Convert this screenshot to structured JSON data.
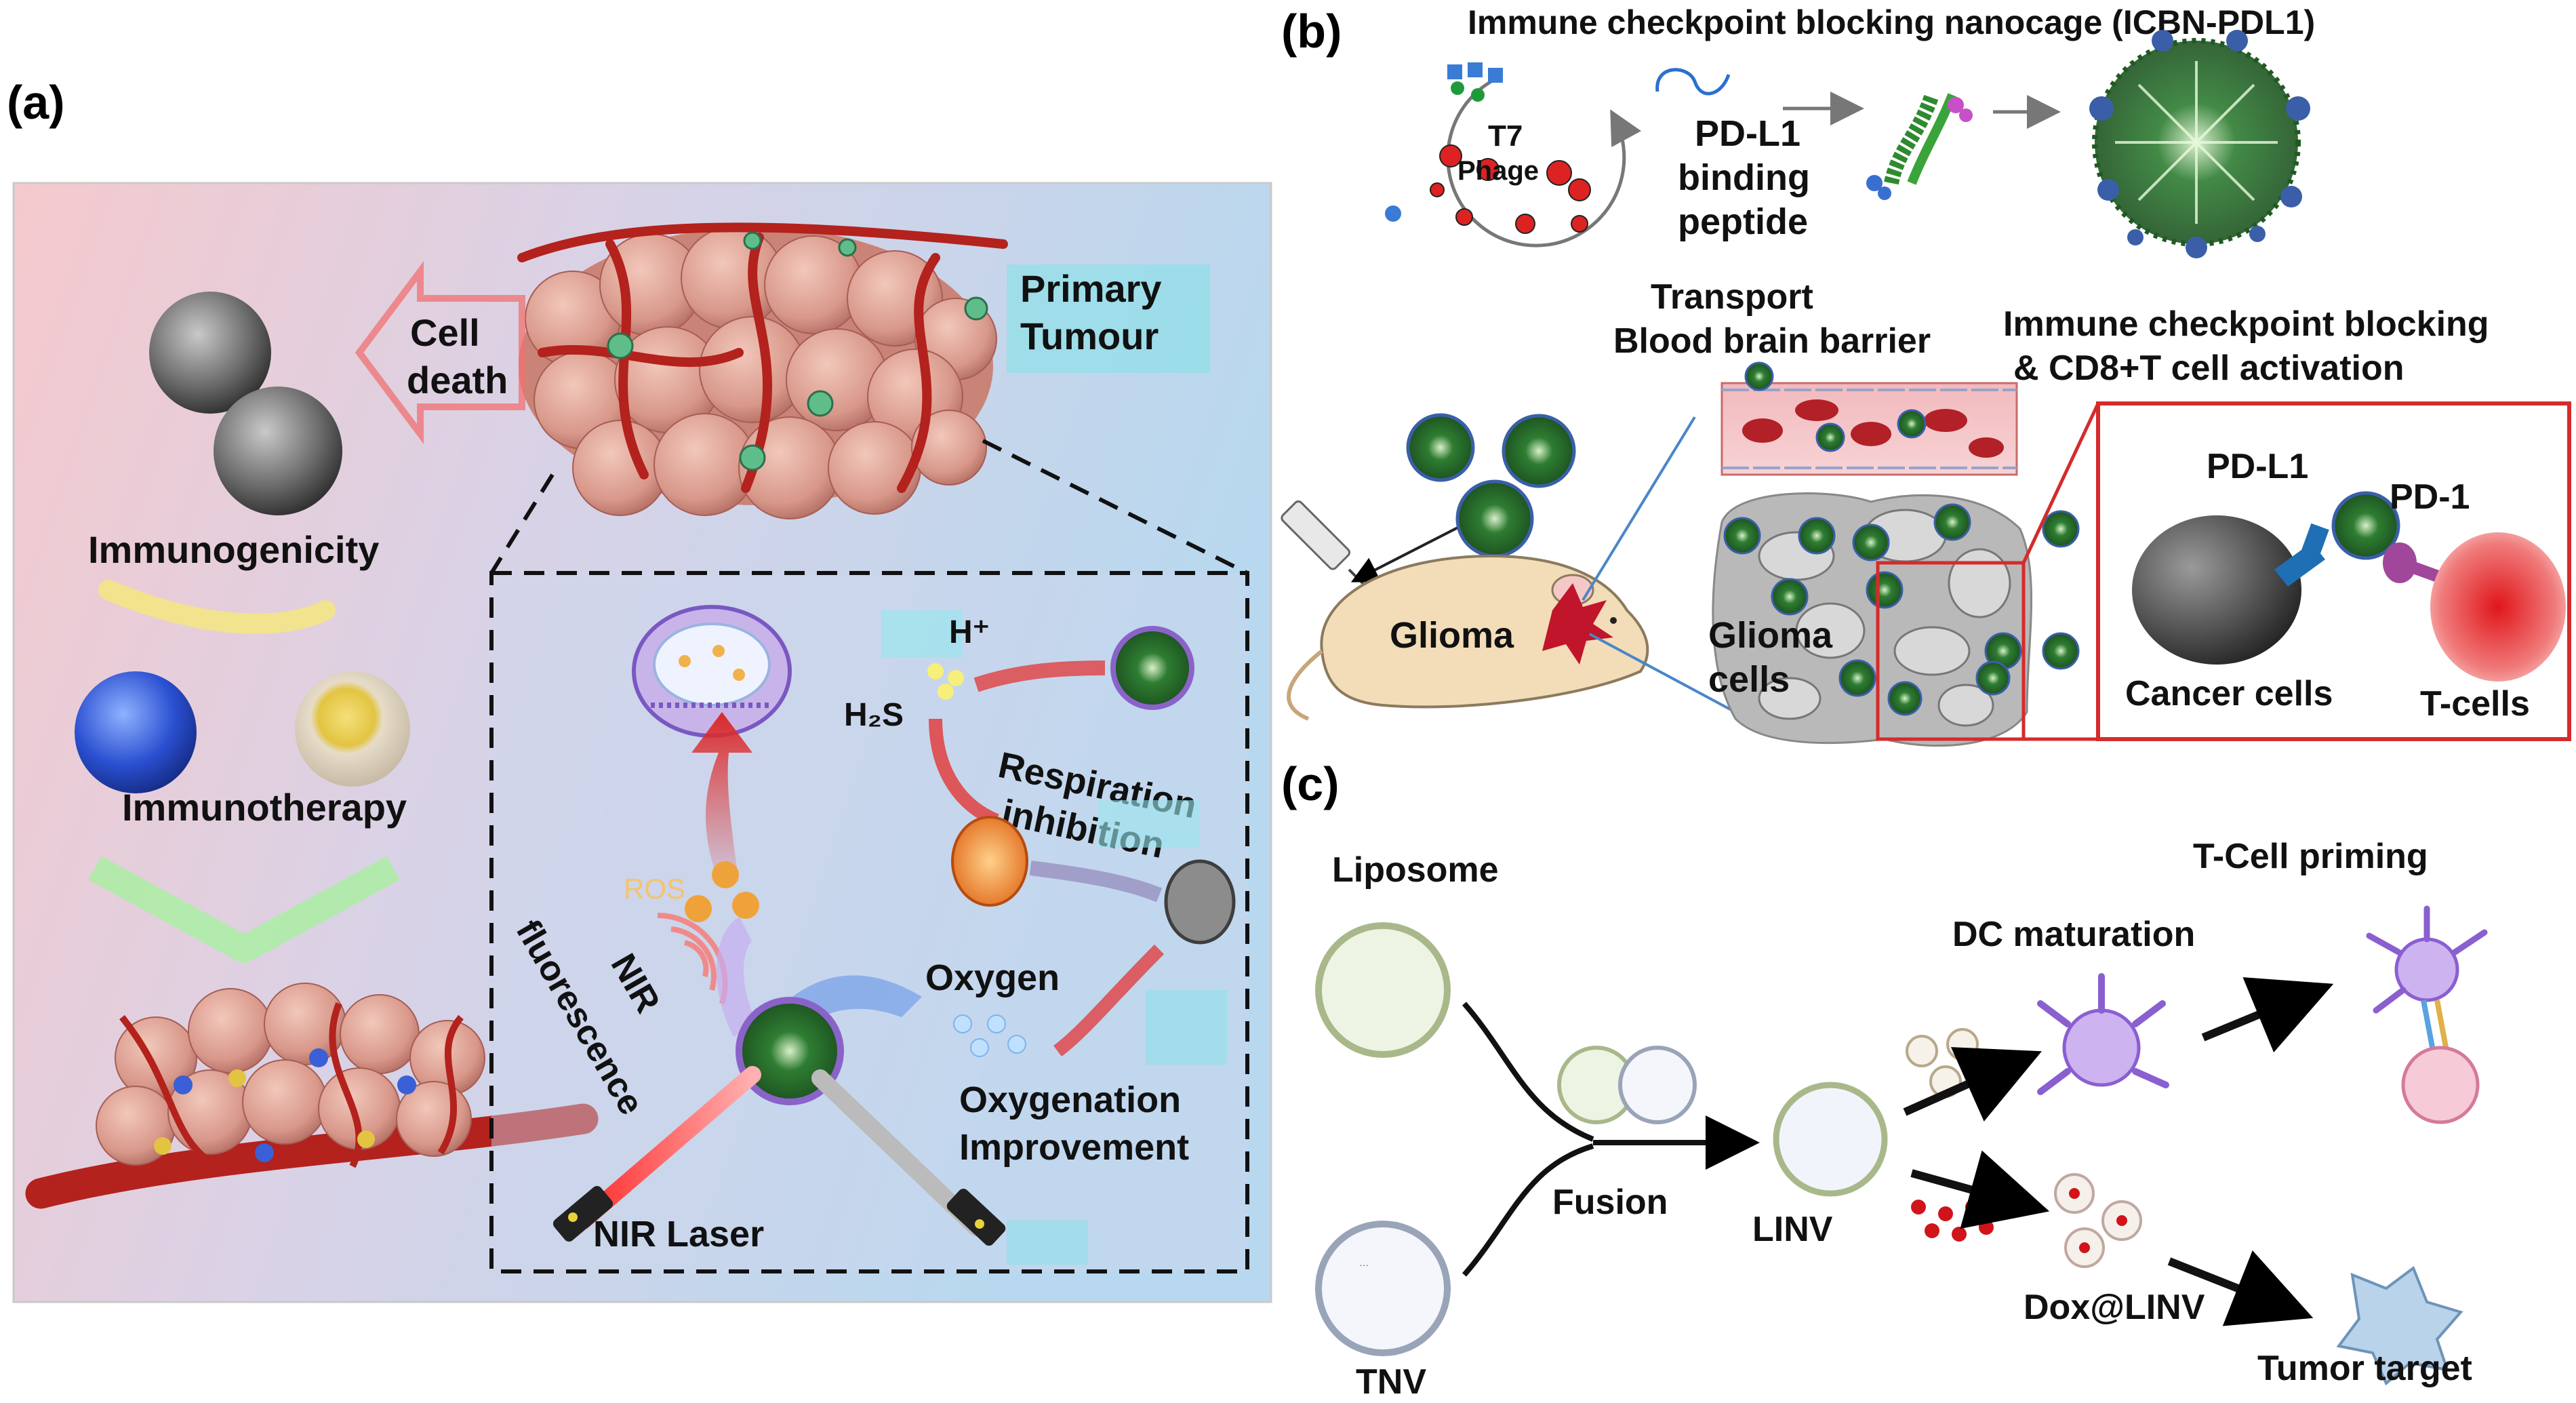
{
  "panels": {
    "a": {
      "letter": "(a)",
      "labels": {
        "cell_death_1": "Cell",
        "cell_death_2": "death",
        "primary_1": "Primary",
        "primary_2": "Tumour",
        "immunogenicity": "Immunogenicity",
        "immunotherapy": "Immunotherapy",
        "h_plus": "H⁺",
        "h2s": "H₂S",
        "respiration_1": "Respiration",
        "respiration_2": "inhibition",
        "ros": "ROS",
        "nir_1": "NIR",
        "nir_2": "fluorescence",
        "oxygen": "Oxygen",
        "oxygenation_1": "Oxygenation",
        "oxygenation_2": "Improvement",
        "nir_laser": "NIR Laser"
      },
      "colors": {
        "bg_left": "#f3c4c8",
        "bg_right": "#bcd9ee",
        "tumour": "#d99a8c",
        "vessel": "#b3221d"
      }
    },
    "b": {
      "letter": "(b)",
      "labels": {
        "title": "Immune checkpoint blocking nanocage (ICBN-PDL1)",
        "t7_1": "T7",
        "t7_2": "Phage",
        "pdl1_peptide_1": "PD-L1",
        "pdl1_peptide_2": "binding",
        "pdl1_peptide_3": "peptide",
        "transport_1": "Transport",
        "transport_2": "Blood brain barrier",
        "icb_1": "Immune checkpoint blocking",
        "icb_2": "& CD8+T cell activation",
        "glioma": "Glioma",
        "glioma_cells_1": "Glioma",
        "glioma_cells_2": "cells",
        "pdl1": "PD-L1",
        "pd1": "PD-1",
        "cancer_cells": "Cancer cells",
        "t_cells": "T-cells"
      },
      "colors": {
        "nanocage": "#2f6b2a",
        "frame": "#d52b2b",
        "pdl1": "#1f6fb5",
        "pd1": "#a0479b"
      }
    },
    "c": {
      "letter": "(c)",
      "labels": {
        "liposome": "Liposome",
        "tnv": "TNV",
        "fusion": "Fusion",
        "linv": "LINV",
        "dc_maturation": "DC maturation",
        "t_cell_priming": "T-Cell priming",
        "dox_linv": "Dox@LINV",
        "tumor_target": "Tumor target"
      }
    }
  }
}
